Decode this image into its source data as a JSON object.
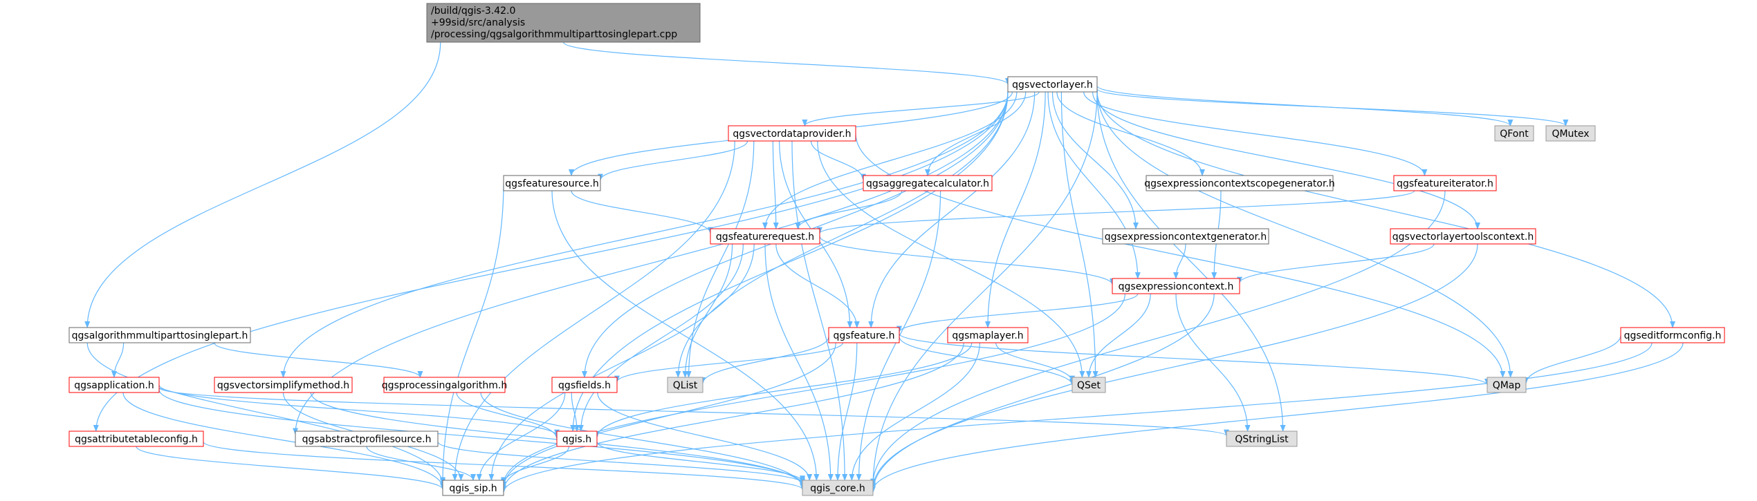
{
  "graph": {
    "title_lines": [
      "/build/qgis-3.42.0",
      "+99sid/src/analysis",
      "/processing/qgsalgorithmmultiparttosinglepart.cpp"
    ],
    "colors": {
      "edge": "#63b8ff",
      "root_fill": "#999999",
      "root_border": "#666666",
      "normal_border": "#666666",
      "red_border": "#ff0000",
      "gray_fill": "#e0e0e0",
      "gray_border": "#999999",
      "white_fill": "#ffffff"
    },
    "nodes": {
      "vectorlayer": "qgsvectorlayer.h",
      "vectordataprovider": "qgsvectordataprovider.h",
      "qfont": "QFont",
      "qmutex": "QMutex",
      "featuresource": "qgsfeaturesource.h",
      "aggregatecalculator": "qgsaggregatecalculator.h",
      "exprscopegen": "qgsexpressioncontextscopegenerator.h",
      "featureiterator": "qgsfeatureiterator.h",
      "featurerequest": "qgsfeaturerequest.h",
      "exprctxgen": "qgsexpressioncontextgenerator.h",
      "vectorlayertoolscontext": "qgsvectorlayertoolscontext.h",
      "expressioncontext": "qgsexpressioncontext.h",
      "multiparttosinglepart": "qgsalgorithmmultiparttosinglepart.h",
      "feature": "qgsfeature.h",
      "maplayer": "qgsmaplayer.h",
      "editformconfig": "qgseditformconfig.h",
      "application": "qgsapplication.h",
      "vectorsimplifymethod": "qgsvectorsimplifymethod.h",
      "processingalgorithm": "qgsprocessingalgorithm.h",
      "fields": "qgsfields.h",
      "qlist": "QList",
      "qset": "QSet",
      "qmap": "QMap",
      "attributetableconfig": "qgsattributetableconfig.h",
      "abstractprofilesource": "qgsabstractprofilesource.h",
      "qgis": "qgis.h",
      "qstringlist": "QStringList",
      "qgis_sip": "qgis_sip.h",
      "qgis_core": "qgis_core.h"
    }
  }
}
